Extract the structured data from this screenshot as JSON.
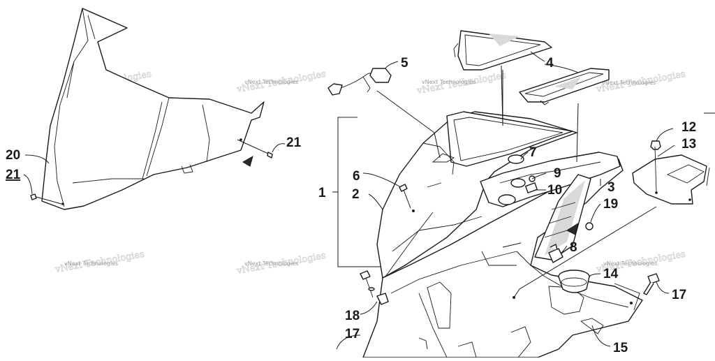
{
  "watermark": {
    "text": "vNext Technologies"
  },
  "callouts": [
    {
      "id": "c1",
      "label": "1"
    },
    {
      "id": "c2",
      "label": "2"
    },
    {
      "id": "c3",
      "label": "3"
    },
    {
      "id": "c4",
      "label": "4"
    },
    {
      "id": "c5",
      "label": "5"
    },
    {
      "id": "c6",
      "label": "6"
    },
    {
      "id": "c7",
      "label": "7"
    },
    {
      "id": "c8",
      "label": "8"
    },
    {
      "id": "c9",
      "label": "9"
    },
    {
      "id": "c10",
      "label": "10"
    },
    {
      "id": "c12",
      "label": "12"
    },
    {
      "id": "c13",
      "label": "13"
    },
    {
      "id": "c14",
      "label": "14"
    },
    {
      "id": "c15",
      "label": "15"
    },
    {
      "id": "c17a",
      "label": "17"
    },
    {
      "id": "c17b",
      "label": "17"
    },
    {
      "id": "c18",
      "label": "18"
    },
    {
      "id": "c19",
      "label": "19"
    },
    {
      "id": "c20",
      "label": "20"
    },
    {
      "id": "c21a",
      "label": "21"
    },
    {
      "id": "c21b",
      "label": "21"
    }
  ]
}
